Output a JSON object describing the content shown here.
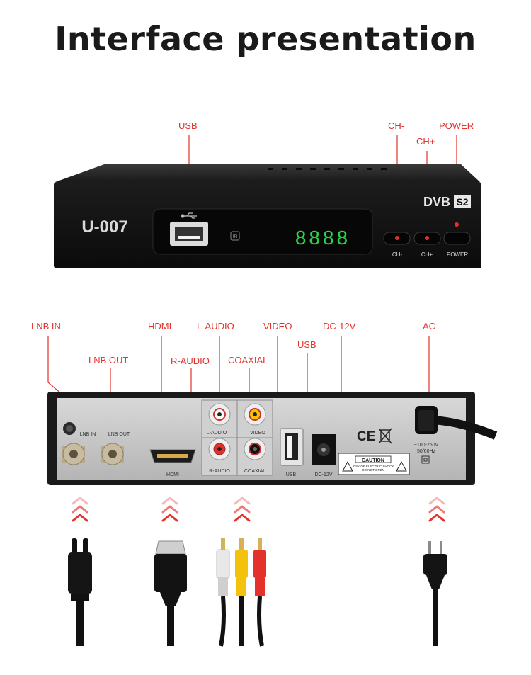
{
  "title": "Interface presentation",
  "front_panel": {
    "brand": "U-007",
    "logo_dvb": "DVB",
    "logo_s2": "S2",
    "display_digits": "8888",
    "ir_mark": "IR",
    "buttons": [
      "CH-",
      "CH+",
      "POWER"
    ]
  },
  "front_callouts": {
    "usb": "USB",
    "ch_minus": "CH-",
    "ch_plus": "CH+",
    "power": "POWER"
  },
  "rear_callouts": {
    "lnb_in": "LNB IN",
    "lnb_out": "LNB OUT",
    "hdmi": "HDMI",
    "l_audio": "L-AUDIO",
    "r_audio": "R-AUDIO",
    "video": "VIDEO",
    "coaxial": "COAXIAL",
    "usb": "USB",
    "dc_12v": "DC-12V",
    "ac": "AC"
  },
  "rear_panel_labels": {
    "lnb_in": "LNB IN",
    "lnb_out": "LNB OUT",
    "hdmi": "HDMI",
    "l_audio": "L-AUDIO",
    "video": "VIDEO",
    "r_audio": "R-AUDIO",
    "coaxial": "COAXIAL",
    "usb": "USB",
    "dc_12v": "DC-12V",
    "ce": "CE",
    "caution": "CAUTION",
    "caution_line1": "RISK OF ELECTRIC SHOCK",
    "caution_line2": "DO NOT OPEN",
    "voltage": "~100-250V",
    "frequency": "50/60Hz"
  },
  "colors": {
    "callout": "#e2322b",
    "led": "#2bd34a",
    "panel": "#c9c9c9",
    "body": "#141414"
  },
  "icons": [
    "usb-icon",
    "chevron-up-icon",
    "f-connector-plug",
    "hdmi-plug",
    "rca-plugs",
    "ac-plug"
  ]
}
